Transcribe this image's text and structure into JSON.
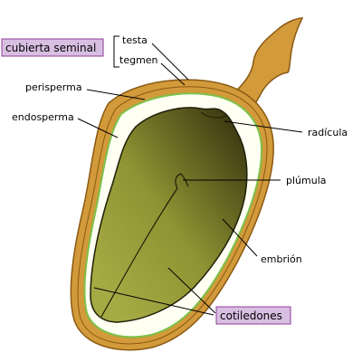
{
  "labels": {
    "cubierta_seminal": "cubierta seminal",
    "testa": "testa",
    "tegmen": "tegmen",
    "perisperma": "perisperma",
    "endosperma": "endosperma",
    "radicula": "radícula",
    "plumula": "plúmula",
    "embrion": "embrión",
    "cotiledones": "cotiledones"
  },
  "colors": {
    "seed_coat": "#D29A3A",
    "seed_coat_outline": "#8A5A14",
    "perisperm_line": "#7CC04A",
    "endosperm": "#FFFFF2",
    "embryo_light": "#9EA33E",
    "embryo_dark": "#3E3A12",
    "label_box_fill": "#D8BFE2",
    "label_box_border": "#8E3E97"
  }
}
